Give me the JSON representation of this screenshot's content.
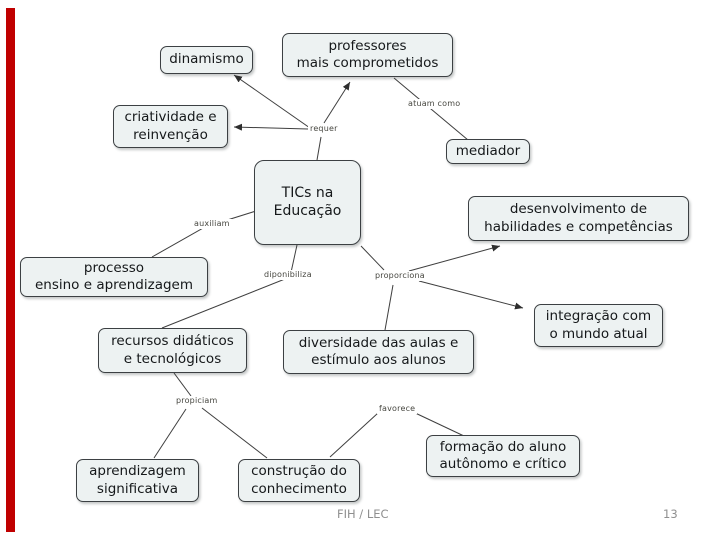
{
  "slide": {
    "footer": {
      "left": "FIH / LEC",
      "page_number": "13"
    },
    "colors": {
      "accent_bar": "#c00000",
      "node_fill": "#edf2f2",
      "node_border": "#3c4043",
      "connector": "#3f3f3f",
      "footer_text": "#8f8f8f"
    }
  },
  "map": {
    "nodes": {
      "tics": {
        "label": "TICs na\nEducação"
      },
      "dinamismo": {
        "label": "dinamismo"
      },
      "professores": {
        "label": "professores\nmais comprometidos"
      },
      "criatividade": {
        "label": "criatividade e\nreinvenção"
      },
      "mediador": {
        "label": "mediador"
      },
      "desenvolvimento": {
        "label": "desenvolvimento de\nhabilidades e competências"
      },
      "processo": {
        "label": "processo\nensino e aprendizagem"
      },
      "recursos": {
        "label": "recursos didáticos\ne tecnológicos"
      },
      "diversidade": {
        "label": "diversidade das aulas e\nestímulo aos alunos"
      },
      "integracao": {
        "label": "integração com\no mundo atual"
      },
      "aprendizagem": {
        "label": "aprendizagem\nsignificativa"
      },
      "construcao": {
        "label": "construção do\nconhecimento"
      },
      "formacao": {
        "label": "formação do aluno\nautônomo e crítico"
      }
    },
    "link_labels": {
      "requer": "requer",
      "atuam_como": "atuam como",
      "auxiliam": "auxiliam",
      "diponibiliza": "diponibiliza",
      "proporciona": "proporciona",
      "propiciam": "propiciam",
      "favorece": "favorece"
    }
  }
}
